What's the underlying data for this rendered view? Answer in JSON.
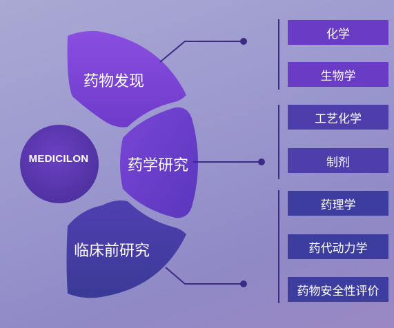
{
  "hub": {
    "label": "MEDICILON"
  },
  "stages": [
    {
      "label": "药物发现",
      "color": "#7a42d4",
      "items": [
        "化学",
        "生物学"
      ]
    },
    {
      "label": "药学研究",
      "color": "#6a3dcc",
      "items": [
        "工艺化学",
        "制剂"
      ]
    },
    {
      "label": "临床前研究",
      "color": "#4a3fa8",
      "items": [
        "药理学",
        "药代动力学",
        "药物安全性评价"
      ]
    }
  ],
  "colors": {
    "hub": "#5b37b0",
    "connector": "#3b2a86",
    "box_group_1": "#6a3bc4",
    "box_group_2": "#4e3eac",
    "box_group_3": "#3d3c9f"
  }
}
